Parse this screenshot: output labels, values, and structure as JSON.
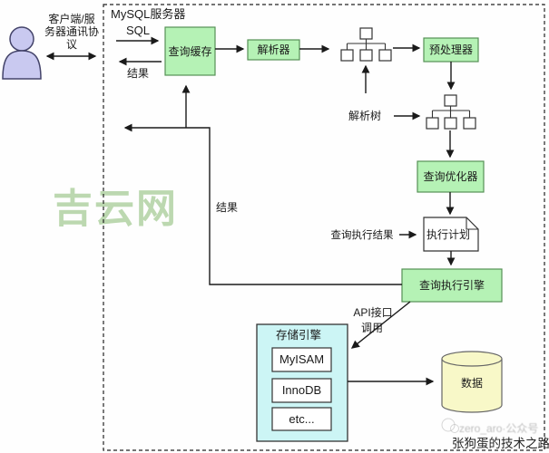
{
  "colors": {
    "node_green": "#b5f2b5",
    "node_green_border": "#569056",
    "storage_cyan": "#ccf5f5",
    "cylinder_yellow": "#f8f8c8",
    "person_purple": "#c9c9f0",
    "watermark_green": "#bcd8b0",
    "line_black": "#1a1a1a"
  },
  "client": {
    "label_line1": "客户端/服",
    "label_line2": "务器通讯协",
    "label_line3": "议"
  },
  "server": {
    "title": "MySQL服务器",
    "sql_label": "SQL",
    "result_label_top": "结果",
    "result_label_mid": "结果",
    "nodes": {
      "query_cache": "查询缓存",
      "parser": "解析器",
      "preprocessor": "预处理器",
      "parse_tree_label": "解析树",
      "query_optimizer": "查询优化器",
      "execution_plan": "执行计划",
      "query_exec_result_label": "查询执行结果",
      "query_execution_engine": "查询执行引擎",
      "api_label_line1": "API接口",
      "api_label_line2": "调用"
    },
    "storage": {
      "title": "存储引擎",
      "engines": [
        "MyISAM",
        "InnoDB",
        "etc..."
      ]
    },
    "data_store_label": "数据"
  },
  "watermarks": {
    "site": "吉云网",
    "stamp": "zero_aro·公众号",
    "account": "张狗蛋的技术之路"
  }
}
